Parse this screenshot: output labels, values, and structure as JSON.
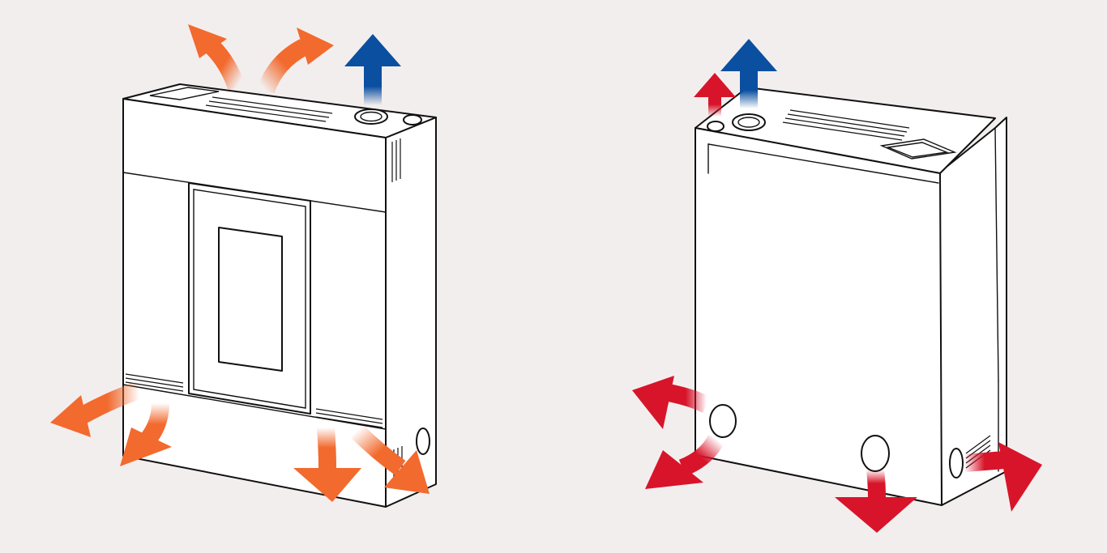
{
  "colors": {
    "background": "#f3eeee",
    "outline": "#111111",
    "unit_fill": "#ffffff",
    "warm_air_left": "#f26a2e",
    "warm_air_right": "#d8142a",
    "exhaust_air": "#0b4fa0"
  },
  "figures": [
    {
      "id": "front-view",
      "arrows": [
        {
          "color": "orange",
          "direction": "up-left"
        },
        {
          "color": "orange",
          "direction": "up-right"
        },
        {
          "color": "blue",
          "direction": "up"
        },
        {
          "color": "orange",
          "direction": "left"
        },
        {
          "color": "orange",
          "direction": "down-left"
        },
        {
          "color": "orange",
          "direction": "down"
        },
        {
          "color": "orange",
          "direction": "down-right"
        }
      ]
    },
    {
      "id": "rear-view",
      "arrows": [
        {
          "color": "red",
          "direction": "up"
        },
        {
          "color": "blue",
          "direction": "up"
        },
        {
          "color": "red",
          "direction": "left"
        },
        {
          "color": "red",
          "direction": "down-left"
        },
        {
          "color": "red",
          "direction": "down"
        },
        {
          "color": "red",
          "direction": "right"
        }
      ]
    }
  ]
}
